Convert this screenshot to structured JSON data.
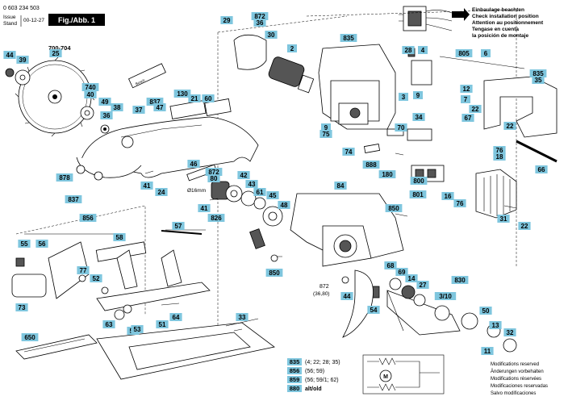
{
  "header": {
    "part_no": "0 603 234 503",
    "issue_label": "Issue",
    "stand_label": "Stand",
    "date": "00-12-27",
    "fig_label": "Fig./Abb. 1",
    "range_label": "700-704"
  },
  "install_notice": {
    "lines": [
      "Einbaulage beachten",
      "Check installation position",
      "Attention au positionnement",
      "Tengase en cuenta",
      "la posición de montaje"
    ]
  },
  "notes": {
    "diameter": "Ø16mm",
    "ref_872": "872",
    "ref_872_sub": "(36,80)"
  },
  "legend": [
    {
      "num": "835",
      "desc": "(4; 22; 28; 35)"
    },
    {
      "num": "856",
      "desc": "(56; 59)"
    },
    {
      "num": "859",
      "desc": "(56; 59/1; 62)"
    },
    {
      "num": "880",
      "desc": "alt/old"
    }
  ],
  "modifications": [
    "Modifications reserved",
    "Änderungen vorbehalten",
    "Modifications réservées",
    "Modificaciones reservadas",
    "Salvo modificaciones"
  ],
  "callouts": [
    {
      "t": "44"
    },
    {
      "t": "39"
    },
    {
      "t": "25"
    },
    {
      "t": "740"
    },
    {
      "t": "40"
    },
    {
      "t": "49"
    },
    {
      "t": "38"
    },
    {
      "t": "36"
    },
    {
      "t": "37"
    },
    {
      "t": "878"
    },
    {
      "t": "837"
    },
    {
      "t": "130"
    },
    {
      "t": "21"
    },
    {
      "t": "60"
    },
    {
      "t": "837"
    },
    {
      "t": "47"
    },
    {
      "t": "41"
    },
    {
      "t": "24"
    },
    {
      "t": "46"
    },
    {
      "t": "29"
    },
    {
      "t": "30"
    },
    {
      "t": "872"
    },
    {
      "t": "36"
    },
    {
      "t": "2"
    },
    {
      "t": "835"
    },
    {
      "t": "3"
    },
    {
      "t": "9"
    },
    {
      "t": "75"
    },
    {
      "t": "74"
    },
    {
      "t": "888"
    },
    {
      "t": "180"
    },
    {
      "t": "70"
    },
    {
      "t": "34"
    },
    {
      "t": "9"
    },
    {
      "t": "12"
    },
    {
      "t": "67"
    },
    {
      "t": "28"
    },
    {
      "t": "4"
    },
    {
      "t": "805"
    },
    {
      "t": "6"
    },
    {
      "t": "835"
    },
    {
      "t": "35"
    },
    {
      "t": "7"
    },
    {
      "t": "22"
    },
    {
      "t": "22"
    },
    {
      "t": "76"
    },
    {
      "t": "18"
    },
    {
      "t": "66"
    },
    {
      "t": "872"
    },
    {
      "t": "80"
    },
    {
      "t": "42"
    },
    {
      "t": "43"
    },
    {
      "t": "61"
    },
    {
      "t": "45"
    },
    {
      "t": "48"
    },
    {
      "t": "41"
    },
    {
      "t": "826"
    },
    {
      "t": "84"
    },
    {
      "t": "800"
    },
    {
      "t": "801"
    },
    {
      "t": "16"
    },
    {
      "t": "76"
    },
    {
      "t": "31"
    },
    {
      "t": "22"
    },
    {
      "t": "850"
    },
    {
      "t": "856"
    },
    {
      "t": "57"
    },
    {
      "t": "55"
    },
    {
      "t": "56"
    },
    {
      "t": "58"
    },
    {
      "t": "77"
    },
    {
      "t": "52"
    },
    {
      "t": "73"
    },
    {
      "t": "850"
    },
    {
      "t": "68"
    },
    {
      "t": "69"
    },
    {
      "t": "14"
    },
    {
      "t": "27"
    },
    {
      "t": "830"
    },
    {
      "t": "3/10"
    },
    {
      "t": "44"
    },
    {
      "t": "54"
    },
    {
      "t": "64"
    },
    {
      "t": "63"
    },
    {
      "t": "55"
    },
    {
      "t": "53"
    },
    {
      "t": "51"
    },
    {
      "t": "33"
    },
    {
      "t": "650"
    },
    {
      "t": "13"
    },
    {
      "t": "32"
    },
    {
      "t": "11"
    },
    {
      "t": "50"
    }
  ]
}
